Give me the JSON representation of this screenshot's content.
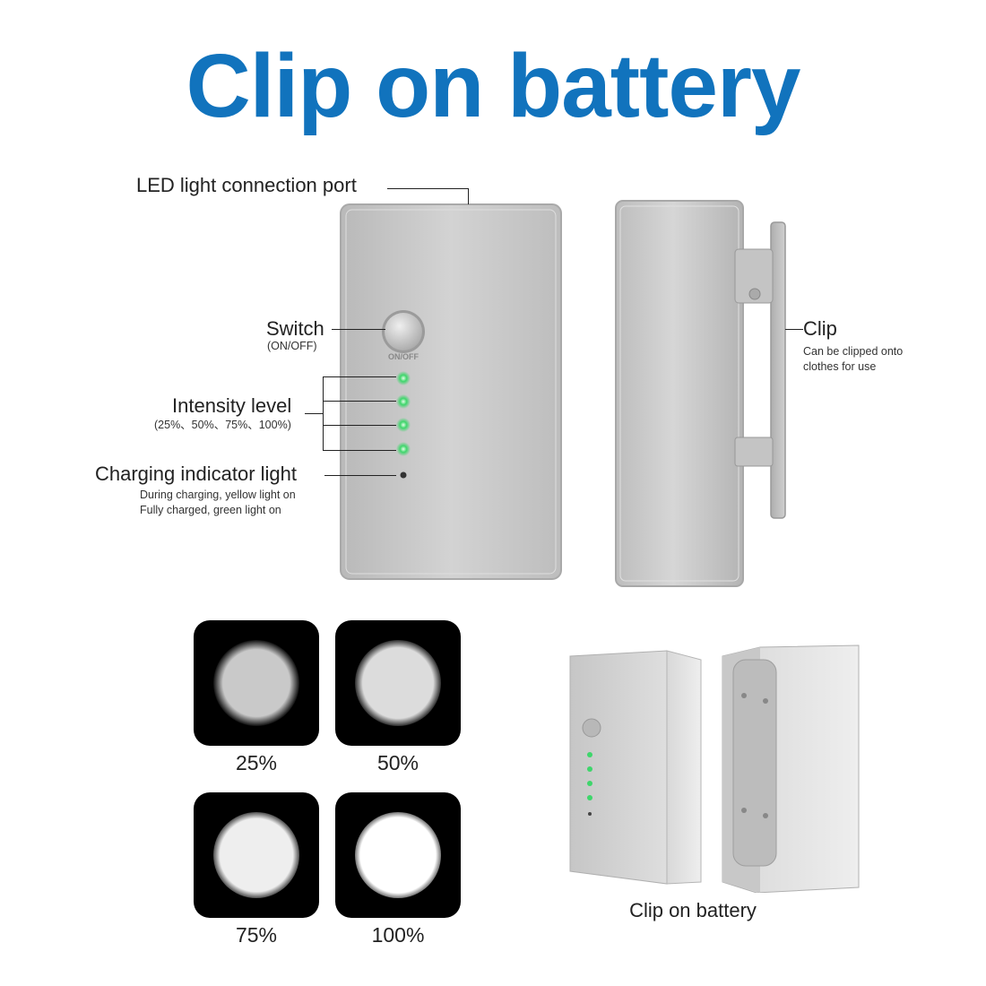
{
  "title": "Clip on battery",
  "labels": {
    "port": "LED light connection port",
    "switch": "Switch",
    "switch_sub": "(ON/OFF)",
    "intensity": "Intensity level",
    "intensity_sub": "(25%、50%、75%、100%)",
    "charging": "Charging indicator light",
    "charging_sub1": "During charging, yellow light on",
    "charging_sub2": "Fully charged, green light on",
    "clip": "Clip",
    "clip_sub1": "Can be clipped onto",
    "clip_sub2": "clothes for use",
    "button_text": "ON/OFF"
  },
  "brightness_levels": [
    {
      "label": "25%",
      "level": 0.25
    },
    {
      "label": "50%",
      "level": 0.5
    },
    {
      "label": "75%",
      "level": 0.75
    },
    {
      "label": "100%",
      "level": 1.0
    }
  ],
  "caption": "Clip on battery",
  "colors": {
    "title": "#1173bd",
    "led_green": "#3ed66b",
    "body_silver": "#c9c9c9"
  },
  "icons": [
    "power-button-icon",
    "led-indicator-icon",
    "clip-icon"
  ]
}
